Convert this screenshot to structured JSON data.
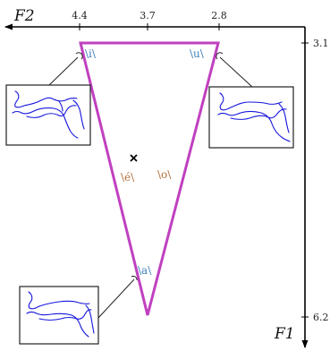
{
  "axes": {
    "f2": {
      "name": "F2",
      "ticks": [
        "4.4",
        "3.7",
        "2.8"
      ]
    },
    "f1": {
      "name": "F1",
      "ticks": [
        "3.1",
        "6.2"
      ]
    }
  },
  "vowels": {
    "i": "\\i\\",
    "u": "\\u\\",
    "a": "\\a\\",
    "e": "\\é\\",
    "o": "\\o\\"
  },
  "colors": {
    "triangle": "#c040c0",
    "vowel_corner": "#3f7fb8",
    "vowel_inner": "#b0703c",
    "tract": "#1515dd",
    "axis": "#000000"
  },
  "icons": {
    "center_marker": "cross-icon"
  }
}
